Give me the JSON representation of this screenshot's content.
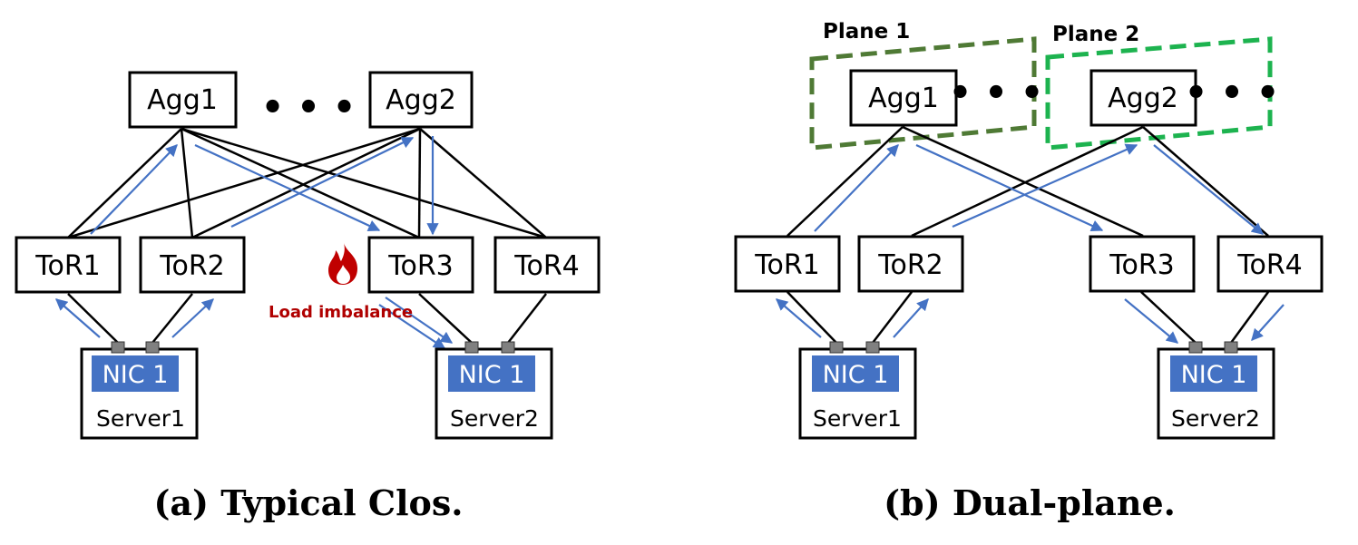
{
  "left": {
    "agg1": "Agg1",
    "agg2": "Agg2",
    "ellipsis": "• • •",
    "tor1": "ToR1",
    "tor2": "ToR2",
    "tor3": "ToR3",
    "tor4": "ToR4",
    "nic_a": "NIC 1",
    "nic_b": "NIC 1",
    "server1": "Server1",
    "server2": "Server2",
    "warning": "Load imbalance",
    "caption": "(a) Typical Clos."
  },
  "right": {
    "plane1": "Plane 1",
    "plane2": "Plane 2",
    "agg1": "Agg1",
    "agg2": "Agg2",
    "ellipsis1": "• • •",
    "ellipsis2": "• • •",
    "tor1": "ToR1",
    "tor2": "ToR2",
    "tor3": "ToR3",
    "tor4": "ToR4",
    "nic_a": "NIC 1",
    "nic_b": "NIC 1",
    "server1": "Server1",
    "server2": "Server2",
    "caption": "(b) Dual-plane."
  },
  "colors": {
    "flow": "#4472c4",
    "nic": "#4472c4",
    "plane1": "#4f7a35",
    "plane2": "#1db34f",
    "warning": "#b00000"
  },
  "icons": [
    "fire-icon"
  ]
}
